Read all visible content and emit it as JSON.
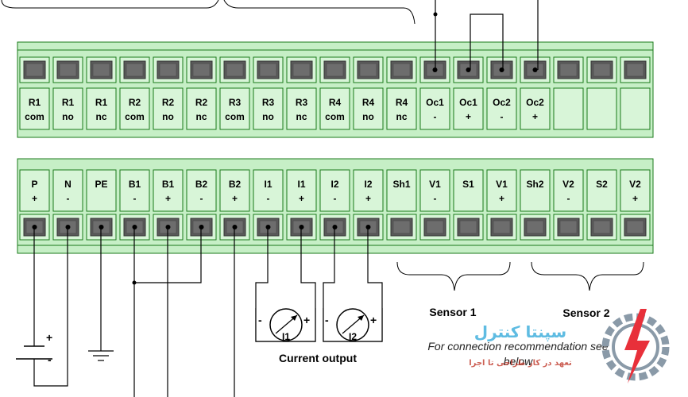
{
  "top_strip": {
    "terminals": [
      {
        "l1": "R1",
        "l2": "com"
      },
      {
        "l1": "R1",
        "l2": "no"
      },
      {
        "l1": "R1",
        "l2": "nc"
      },
      {
        "l1": "R2",
        "l2": "com"
      },
      {
        "l1": "R2",
        "l2": "no"
      },
      {
        "l1": "R2",
        "l2": "nc"
      },
      {
        "l1": "R3",
        "l2": "com"
      },
      {
        "l1": "R3",
        "l2": "no"
      },
      {
        "l1": "R3",
        "l2": "nc"
      },
      {
        "l1": "R4",
        "l2": "com"
      },
      {
        "l1": "R4",
        "l2": "no"
      },
      {
        "l1": "R4",
        "l2": "nc"
      },
      {
        "l1": "Oc1",
        "l2": "-"
      },
      {
        "l1": "Oc1",
        "l2": "+"
      },
      {
        "l1": "Oc2",
        "l2": "-"
      },
      {
        "l1": "Oc2",
        "l2": "+"
      },
      {
        "l1": "",
        "l2": ""
      },
      {
        "l1": "",
        "l2": ""
      },
      {
        "l1": "",
        "l2": ""
      }
    ]
  },
  "bottom_strip": {
    "terminals": [
      {
        "l1": "P",
        "l2": "+"
      },
      {
        "l1": "N",
        "l2": "-"
      },
      {
        "l1": "PE",
        "l2": ""
      },
      {
        "l1": "B1",
        "l2": "-"
      },
      {
        "l1": "B1",
        "l2": "+"
      },
      {
        "l1": "B2",
        "l2": "-"
      },
      {
        "l1": "B2",
        "l2": "+"
      },
      {
        "l1": "I1",
        "l2": "-"
      },
      {
        "l1": "I1",
        "l2": "+"
      },
      {
        "l1": "I2",
        "l2": "-"
      },
      {
        "l1": "I2",
        "l2": "+"
      },
      {
        "l1": "Sh1",
        "l2": ""
      },
      {
        "l1": "V1",
        "l2": "-"
      },
      {
        "l1": "S1",
        "l2": ""
      },
      {
        "l1": "V1",
        "l2": "+"
      },
      {
        "l1": "Sh2",
        "l2": ""
      },
      {
        "l1": "V2",
        "l2": "-"
      },
      {
        "l1": "S2",
        "l2": ""
      },
      {
        "l1": "V2",
        "l2": "+"
      }
    ]
  },
  "labels": {
    "sensor1": "Sensor 1",
    "sensor2": "Sensor 2",
    "current_output": "Current output",
    "meter1": "I1",
    "meter2": "I2",
    "meter_minus": "-",
    "meter_plus": "+",
    "supply_plus": "+",
    "supply_minus": "-",
    "note_line1": "For connection recommendation see",
    "note_line2": "below"
  },
  "watermark": {
    "title": "سپنتا کنترل",
    "subtitle": "تعهد در کار طراحی تا اجرا"
  },
  "colors": {
    "strip": "#c6efc6",
    "strip_border": "#1a7a1a",
    "screw": "#5a5a5a",
    "wire": "#000000",
    "logo_gear": "#8a9aa8",
    "logo_bolt": "#e8303a",
    "watermark_text": "#2aa6d9"
  }
}
